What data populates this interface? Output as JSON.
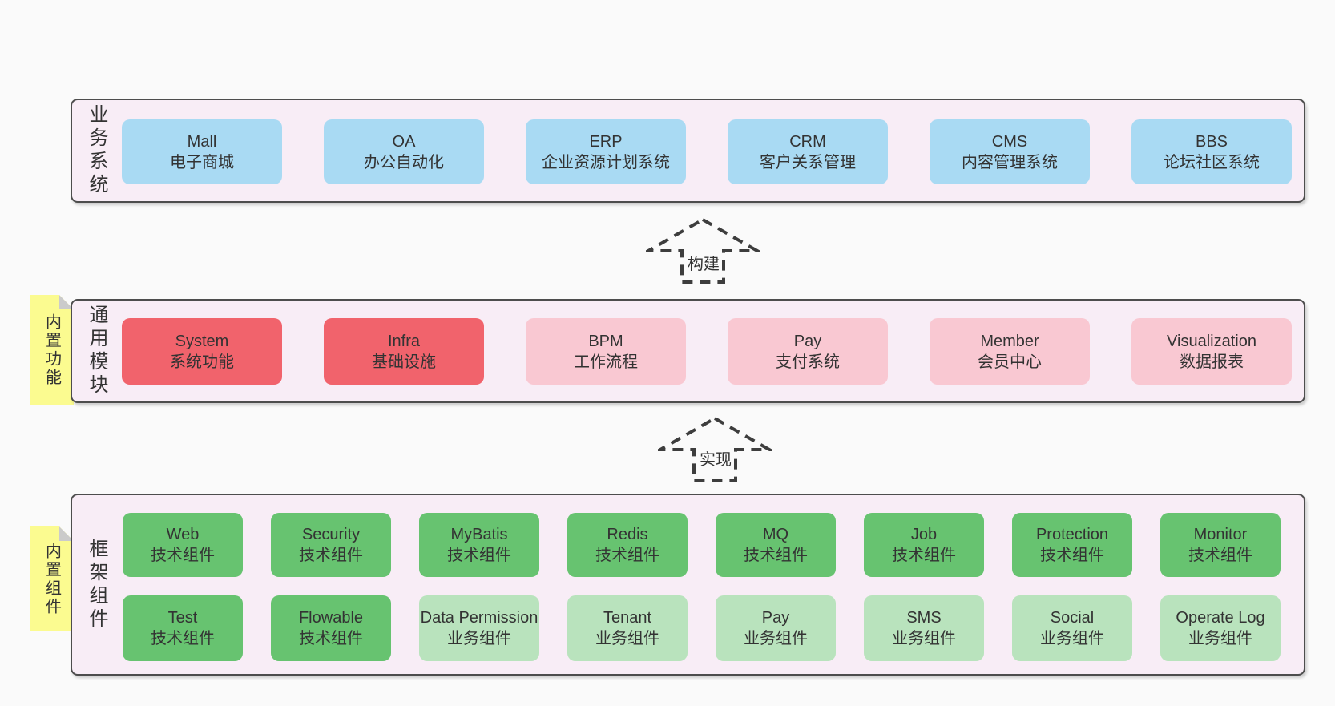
{
  "diagram": {
    "layers": {
      "business": {
        "side_label": "业务系统",
        "boxes": [
          {
            "title": "Mall",
            "subtitle": "电子商城",
            "variant": "blue"
          },
          {
            "title": "OA",
            "subtitle": "办公自动化",
            "variant": "blue"
          },
          {
            "title": "ERP",
            "subtitle": "企业资源计划系统",
            "variant": "blue"
          },
          {
            "title": "CRM",
            "subtitle": "客户关系管理",
            "variant": "blue"
          },
          {
            "title": "CMS",
            "subtitle": "内容管理系统",
            "variant": "blue"
          },
          {
            "title": "BBS",
            "subtitle": "论坛社区系统",
            "variant": "blue"
          }
        ]
      },
      "modules": {
        "side_label": "通用模块",
        "sticky_label": "内置功能",
        "boxes": [
          {
            "title": "System",
            "subtitle": "系统功能",
            "variant": "red"
          },
          {
            "title": "Infra",
            "subtitle": "基础设施",
            "variant": "red"
          },
          {
            "title": "BPM",
            "subtitle": "工作流程",
            "variant": "pink"
          },
          {
            "title": "Pay",
            "subtitle": "支付系统",
            "variant": "pink"
          },
          {
            "title": "Member",
            "subtitle": "会员中心",
            "variant": "pink"
          },
          {
            "title": "Visualization",
            "subtitle": "数据报表",
            "variant": "pink"
          }
        ]
      },
      "components": {
        "side_label": "框架组件",
        "sticky_label": "内置组件",
        "row1": [
          {
            "title": "Web",
            "subtitle": "技术组件",
            "variant": "green"
          },
          {
            "title": "Security",
            "subtitle": "技术组件",
            "variant": "green"
          },
          {
            "title": "MyBatis",
            "subtitle": "技术组件",
            "variant": "green"
          },
          {
            "title": "Redis",
            "subtitle": "技术组件",
            "variant": "green"
          },
          {
            "title": "MQ",
            "subtitle": "技术组件",
            "variant": "green"
          },
          {
            "title": "Job",
            "subtitle": "技术组件",
            "variant": "green"
          },
          {
            "title": "Protection",
            "subtitle": "技术组件",
            "variant": "green"
          },
          {
            "title": "Monitor",
            "subtitle": "技术组件",
            "variant": "green"
          }
        ],
        "row2": [
          {
            "title": "Test",
            "subtitle": "技术组件",
            "variant": "green"
          },
          {
            "title": "Flowable",
            "subtitle": "技术组件",
            "variant": "green"
          },
          {
            "title": "Data Permission",
            "subtitle": "业务组件",
            "variant": "lightgreen"
          },
          {
            "title": "Tenant",
            "subtitle": "业务组件",
            "variant": "lightgreen"
          },
          {
            "title": "Pay",
            "subtitle": "业务组件",
            "variant": "lightgreen"
          },
          {
            "title": "SMS",
            "subtitle": "业务组件",
            "variant": "lightgreen"
          },
          {
            "title": "Social",
            "subtitle": "业务组件",
            "variant": "lightgreen"
          },
          {
            "title": "Operate Log",
            "subtitle": "业务组件",
            "variant": "lightgreen"
          }
        ]
      }
    },
    "arrows": {
      "build_label": "构建",
      "implement_label": "实现"
    },
    "colors": {
      "page_bg": "#fafafa",
      "layer_bg": "#f8edf6",
      "layer_border": "#4d4d4d",
      "blue": "#a9daf3",
      "red": "#f1636c",
      "pink": "#f9c8d2",
      "green": "#67c370",
      "light_green": "#b9e3bd",
      "sticky_yellow": "#fbfb90",
      "fold_gray": "#cbcbcb",
      "arrow_stroke": "#3d3d3d",
      "text": "#333333"
    }
  }
}
